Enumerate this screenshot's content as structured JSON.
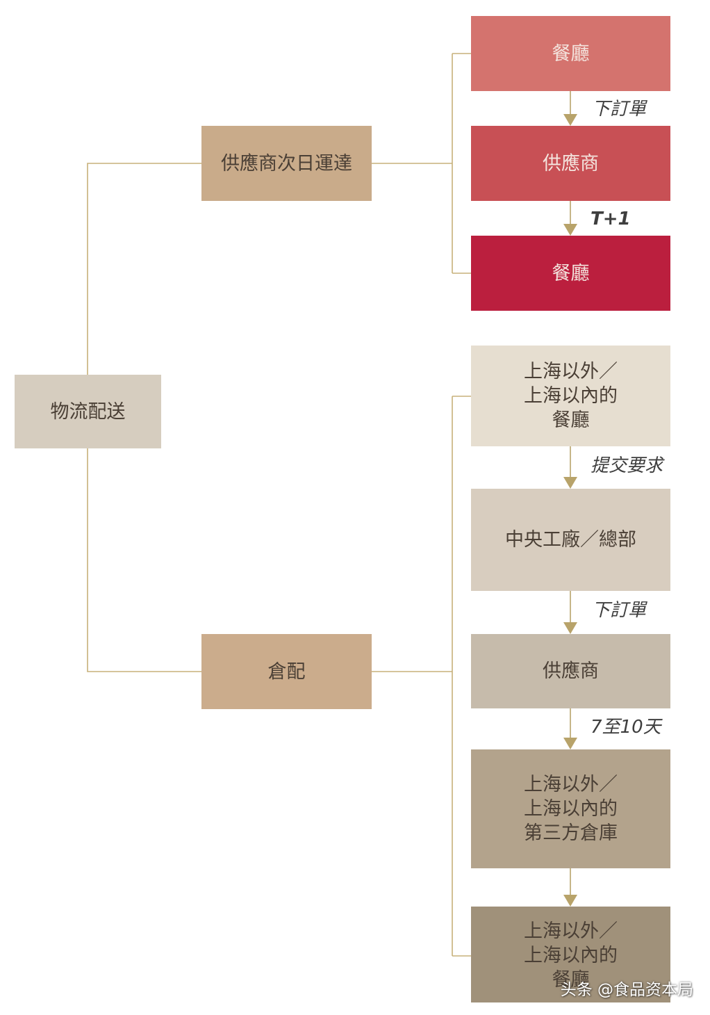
{
  "colors": {
    "connector": "#c7b07a",
    "arrow": "#b8a36a"
  },
  "diagram": {
    "root": {
      "label": "物流配送",
      "color": "#d6cdbf"
    },
    "branch_next_day": {
      "label": "供應商次日運達",
      "color": "#c9ab8a",
      "steps": [
        {
          "label": "餐廳",
          "color": "#d4736e",
          "text_color": "#f4e4de"
        },
        {
          "label": "供應商",
          "color": "#c85055",
          "text_color": "#f4e4de"
        },
        {
          "label": "餐廳",
          "color": "#bb1f3e",
          "text_color": "#f4e4de"
        }
      ],
      "edge_labels": [
        "下訂單",
        "T+1"
      ]
    },
    "branch_warehouse": {
      "label": "倉配",
      "color": "#cbac8c",
      "steps": [
        {
          "lines": [
            "上海以外／",
            "上海以內的",
            "餐廳"
          ],
          "color": "#e6ded0"
        },
        {
          "lines": [
            "中央工廠／總部"
          ],
          "color": "#d8cdbf"
        },
        {
          "lines": [
            "供應商"
          ],
          "color": "#c6bbab"
        },
        {
          "lines": [
            "上海以外／",
            "上海以內的",
            "第三方倉庫"
          ],
          "color": "#b3a38c"
        },
        {
          "lines": [
            "上海以外／",
            "上海以內的",
            "餐廳"
          ],
          "color": "#a0917a"
        }
      ],
      "edge_labels": [
        "提交要求",
        "下訂單",
        "7至10天",
        ""
      ]
    }
  },
  "watermark": "头条 @食品资本局"
}
